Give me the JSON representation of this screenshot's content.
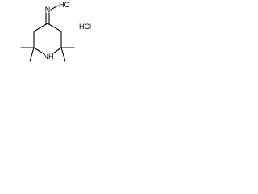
{
  "structure": {
    "hydroxyl_label": "HO",
    "oxime_n_label": "N",
    "ring_nh_label": "NH",
    "salt_label": "HCl"
  }
}
